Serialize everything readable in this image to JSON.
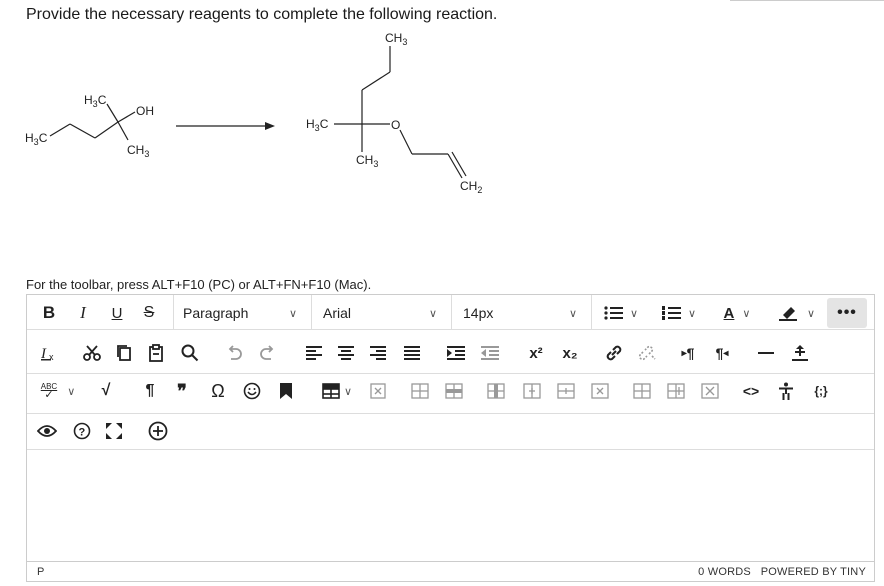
{
  "question": "Provide the necessary reagents to complete the following reaction.",
  "molecules": {
    "reactant": {
      "h3c_top": "H3C",
      "oh": "OH",
      "h3c_left": "H3C",
      "ch3": "CH3"
    },
    "product": {
      "ch3_top": "CH3",
      "h3c": "H3C",
      "o": "O",
      "ch3_bottom": "CH3",
      "ch2": "CH2"
    }
  },
  "toolbar_hint": "For the toolbar, press ALT+F10 (PC) or ALT+FN+F10 (Mac).",
  "toolbar": {
    "bold": "B",
    "italic": "I",
    "underline": "U",
    "strike": "S",
    "block_format": "Paragraph",
    "font_family": "Arial",
    "font_size": "14px",
    "text_color_letter": "A",
    "more": "•••",
    "superscript": "x²",
    "subscript": "x₂",
    "pilcrow_ltr": "¶",
    "pilcrow_rtl": "¶",
    "spellcheck": "ABC",
    "paragraph_mark": "¶",
    "quote": "❞",
    "omega": "Ω",
    "code": "<>",
    "template": "{;}"
  },
  "status_bar": {
    "path": "P",
    "word_count": "0 WORDS",
    "powered_by": "POWERED BY TINY"
  }
}
